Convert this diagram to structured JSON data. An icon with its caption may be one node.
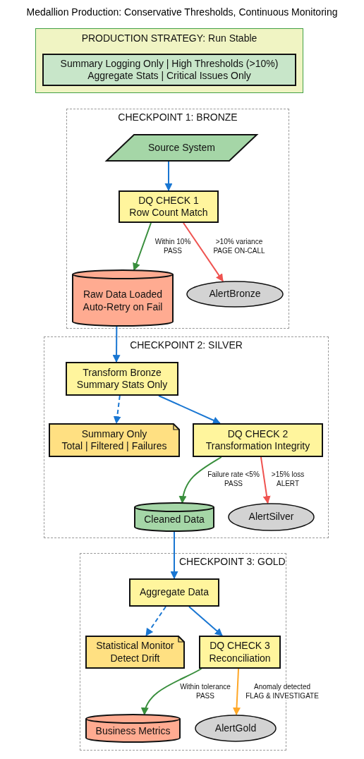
{
  "diagram": {
    "title": "Medallion Production: Conservative Thresholds, Continuous Monitoring",
    "nodes": [
      {
        "text": [
          "PRODUCTION STRATEGY: Run Stable"
        ]
      },
      {
        "text": [
          "Summary Logging Only | High Thresholds (>10%) Aggregate Stats | Critical Issues Only"
        ],
        "in": 0
      },
      {
        "text": [
          "CHECKPOINT 1: BRONZE"
        ]
      },
      {
        "text": [
          "Source System"
        ],
        "in": 2
      },
      {
        "text": [
          "DQ CHECK 1 Row Count Match"
        ],
        "in": 2
      },
      {
        "text": [
          "Raw Data Loaded Auto-Retry on Fail"
        ],
        "in": 2
      },
      {
        "text": [
          "AlertBronze"
        ],
        "in": 2
      },
      {
        "text": [
          "CHECKPOINT 2: SILVER"
        ]
      },
      {
        "text": [
          "Transform Bronze Summary Stats Only"
        ],
        "in": 7
      },
      {
        "text": [
          "Summary Only Total | Filtered | Failures"
        ],
        "in": 7
      },
      {
        "text": [
          "DQ CHECK 2 Transformation Integrity"
        ],
        "in": 7
      },
      {
        "text": [
          "Cleaned Data"
        ],
        "in": 7
      },
      {
        "text": [
          "AlertSilver"
        ],
        "in": 7
      },
      {
        "text": [
          "CHECKPOINT 3: GOLD"
        ]
      },
      {
        "text": [
          "Aggregate Data"
        ],
        "in": 13
      },
      {
        "text": [
          "Statistical Monitor Detect Drift"
        ],
        "in": 13
      },
      {
        "text": [
          "DQ CHECK 3 Reconciliation"
        ],
        "in": 13
      },
      {
        "text": [
          "Business Metrics"
        ],
        "in": 13
      },
      {
        "text": [
          "AlertGold"
        ],
        "in": 13
      }
    ],
    "edges": [
      {
        "from": 3,
        "to": 4,
        "arrow": "to"
      },
      {
        "from": 4,
        "to": 5,
        "arrow": "to",
        "label": "Within 10% PASS",
        "color": "#388e3c"
      },
      {
        "from": 4,
        "to": 6,
        "arrow": "to",
        "label": ">10% variance PAGE ON-CALL",
        "color": "#ef5350"
      },
      {
        "from": 5,
        "to": 8,
        "arrow": "to"
      },
      {
        "from": 8,
        "to": 9,
        "arrow": "to",
        "style": "dashed"
      },
      {
        "from": 8,
        "to": 10,
        "arrow": "to"
      },
      {
        "from": 10,
        "to": 11,
        "arrow": "to",
        "label": "Failure rate <5% PASS",
        "color": "#388e3c"
      },
      {
        "from": 10,
        "to": 12,
        "arrow": "to",
        "label": ">15% loss ALERT",
        "color": "#ef5350"
      },
      {
        "from": 11,
        "to": 14,
        "arrow": "to"
      },
      {
        "from": 14,
        "to": 15,
        "arrow": "to",
        "style": "dashed"
      },
      {
        "from": 14,
        "to": 16,
        "arrow": "to"
      },
      {
        "from": 16,
        "to": 17,
        "arrow": "to",
        "label": "Within tolerance PASS",
        "color": "#388e3c"
      },
      {
        "from": 16,
        "to": 18,
        "arrow": "to",
        "label": "Anomaly detected FLAG & INVESTIGATE",
        "color": "#ffa726"
      }
    ]
  }
}
